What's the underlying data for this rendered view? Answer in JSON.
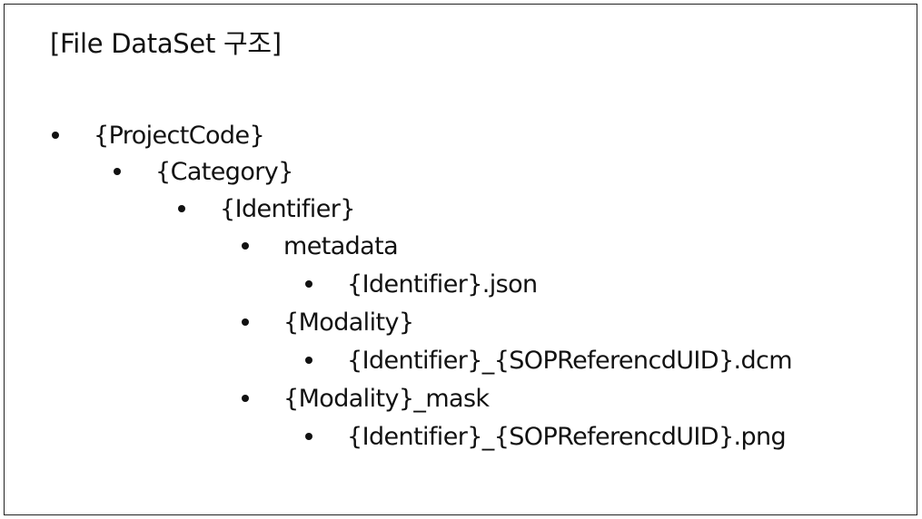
{
  "slide": {
    "title": "[File DataSet 구조]",
    "tree": [
      {
        "label": "{ProjectCode}",
        "level": 0
      },
      {
        "label": "{Category}",
        "level": 1
      },
      {
        "label": "{Identifier}",
        "level": 2
      },
      {
        "label": "metadata",
        "level": 3
      },
      {
        "label": "{Identifier}.json",
        "level": 4
      },
      {
        "label": "{Modality}",
        "level": 3
      },
      {
        "label": "{Identifier}_{SOPReferencdUID}.dcm",
        "level": 4
      },
      {
        "label": "{Modality}_mask",
        "level": 3
      },
      {
        "label": "{Identifier}_{SOPReferencdUID}.png",
        "level": 4
      }
    ]
  }
}
